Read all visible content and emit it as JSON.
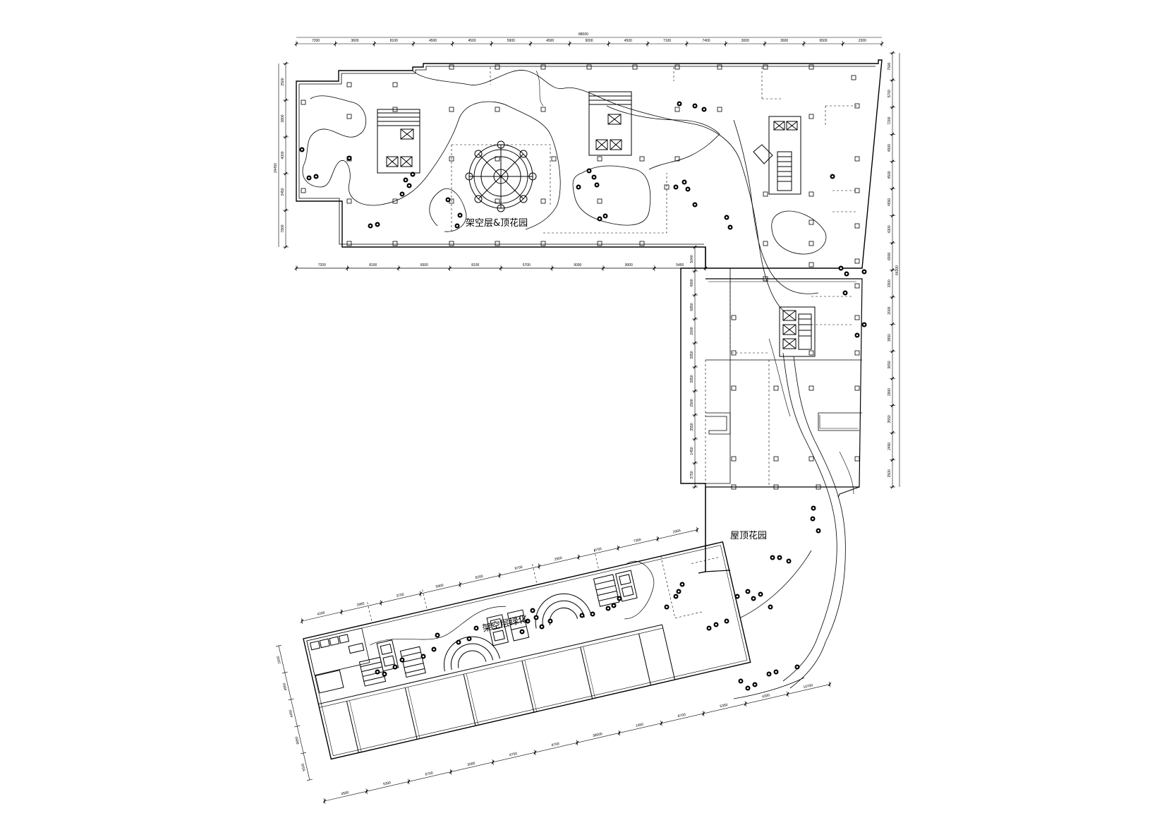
{
  "drawing": {
    "labels": {
      "upper_garden": "架空层&顶花园",
      "roof_garden": "屋顶花园",
      "lower_greening": "架空层绿化"
    },
    "top_dimensions": {
      "overall": "88000",
      "segments": [
        "7200",
        "3600",
        "8100",
        "4500",
        "4500",
        "5900",
        "4500",
        "9000",
        "4500",
        "7100",
        "7400",
        "3000",
        "3600",
        "6500",
        "2300"
      ]
    },
    "upper_lower_dimensions": {
      "segments": [
        "7200",
        "8100",
        "6500",
        "8100",
        "5700",
        "9000",
        "9000",
        "5450"
      ]
    },
    "left_dimensions": {
      "overall": "24450",
      "segments": [
        "2500",
        "3800",
        "4000",
        "3450",
        "7800"
      ]
    },
    "right_dimensions": {
      "overall": "64300",
      "segments": [
        "7500",
        "5700",
        "7200",
        "4500",
        "4500",
        "4550",
        "4300",
        "6900",
        "3300",
        "2000",
        "3650",
        "3650",
        "2900",
        "3550",
        "2450",
        "2500"
      ]
    },
    "mid_left_dimensions": {
      "segments": [
        "5040",
        "4900",
        "6850",
        "2000",
        "3950",
        "3950",
        "2900",
        "3550",
        "1450",
        "3750"
      ]
    },
    "lower_top_dimensions": {
      "segments": [
        "4200",
        "2885",
        "3700",
        "5900",
        "8200",
        "8700",
        "2900",
        "8700",
        "7300",
        "2965"
      ]
    },
    "lower_bottom_dimensions": {
      "segments": [
        "4500",
        "9300",
        "8700",
        "3000",
        "8750",
        "8700",
        "38000",
        "2450",
        "8700",
        "5350",
        "4300",
        "10750"
      ]
    },
    "lower_left_dimensions": {
      "segments": [
        "1600",
        "4850",
        "4450",
        "8850",
        "5500"
      ]
    },
    "colors": {
      "line": "#000000",
      "background": "#ffffff"
    }
  }
}
